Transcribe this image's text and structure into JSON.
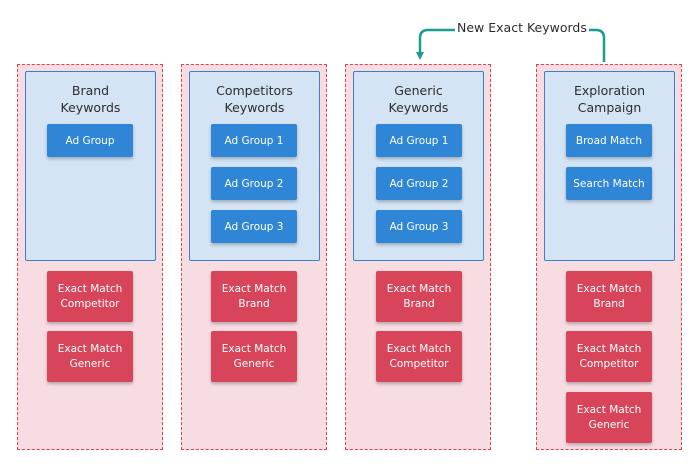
{
  "arrow_label": "New Exact Keywords",
  "colors": {
    "column_fill": "#f7dde2",
    "column_border": "#d9454f",
    "campaign_fill": "#d4e4f5",
    "campaign_border": "#3a7fc9",
    "blue_button": "#2f86d6",
    "red_button": "#d8445a",
    "arrow": "#1a9c8f"
  },
  "columns": [
    {
      "title": "Brand\nKeywords",
      "ad_groups": [
        "Ad Group"
      ],
      "negatives": [
        "Exact Match\nCompetitor",
        "Exact Match\nGeneric"
      ]
    },
    {
      "title": "Competitors\nKeywords",
      "ad_groups": [
        "Ad Group 1",
        "Ad Group 2",
        "Ad Group 3"
      ],
      "negatives": [
        "Exact Match\nBrand",
        "Exact Match\nGeneric"
      ]
    },
    {
      "title": "Generic\nKeywords",
      "ad_groups": [
        "Ad Group 1",
        "Ad Group 2",
        "Ad Group 3"
      ],
      "negatives": [
        "Exact Match\nBrand",
        "Exact Match\nCompetitor"
      ]
    },
    {
      "title": "Exploration\nCampaign",
      "ad_groups": [
        "Broad Match",
        "Search Match"
      ],
      "negatives": [
        "Exact Match\nBrand",
        "Exact Match\nCompetitor",
        "Exact Match\nGeneric"
      ]
    }
  ]
}
